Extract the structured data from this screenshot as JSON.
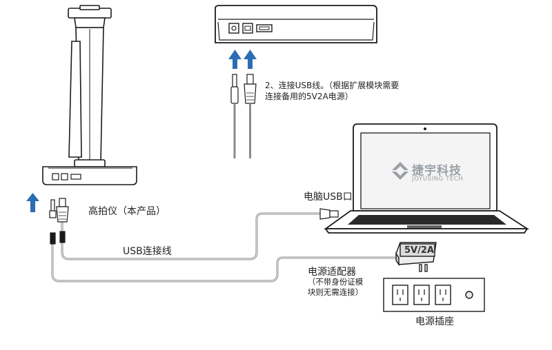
{
  "labels": {
    "scanner": "高拍仪（本产品）",
    "usb_cable": "USB连接线",
    "pc_usb": "电脑USB口",
    "step2_line1": "2、连接USB线。（根据扩展模块需要",
    "step2_line2": "连接备用的5V2A电源）",
    "adapter_title": "电源适配器",
    "adapter_note_line1": "（不带身份证模",
    "adapter_note_line2": "块则无需连接）",
    "socket": "电源插座"
  },
  "adapter_plate": "5V/2A",
  "laptop_brand": {
    "name_cn": "捷宇科技",
    "name_en": "JOYUSING TECH"
  },
  "colors": {
    "arrow": "#2c6db4",
    "outline": "#1a1a1a",
    "cable": "#8a8a8a"
  }
}
